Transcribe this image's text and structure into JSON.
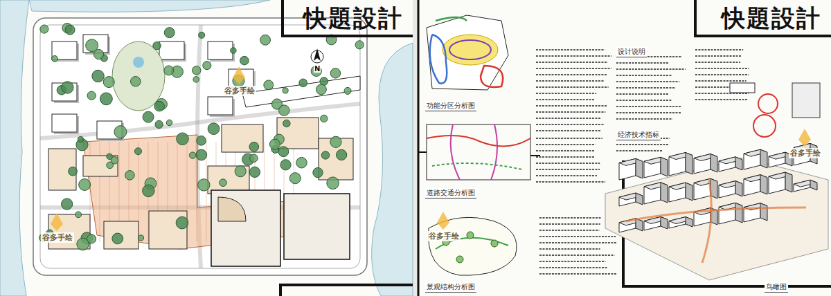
{
  "diagram": {
    "nodes": [
      {
        "text": [
          "快題設計"
        ]
      },
      {
        "text": [
          "快題設計"
        ]
      },
      {
        "text": [
          "功能分区分析图"
        ],
        "in": 1
      },
      {
        "text": [
          "道路交通分析图"
        ],
        "in": 1
      },
      {
        "text": [
          "景观结构分析图"
        ],
        "in": 1
      },
      {
        "text": [
          "设计说明"
        ],
        "in": 1
      },
      {
        "text": [
          "经济技术指标"
        ],
        "in": 1
      },
      {
        "text": [
          "鸟瞰图"
        ],
        "in": 1
      }
    ],
    "labels": [
      "N",
      "谷多手绘",
      "谷多手绘",
      "谷多手绘",
      "谷多手绘"
    ]
  }
}
